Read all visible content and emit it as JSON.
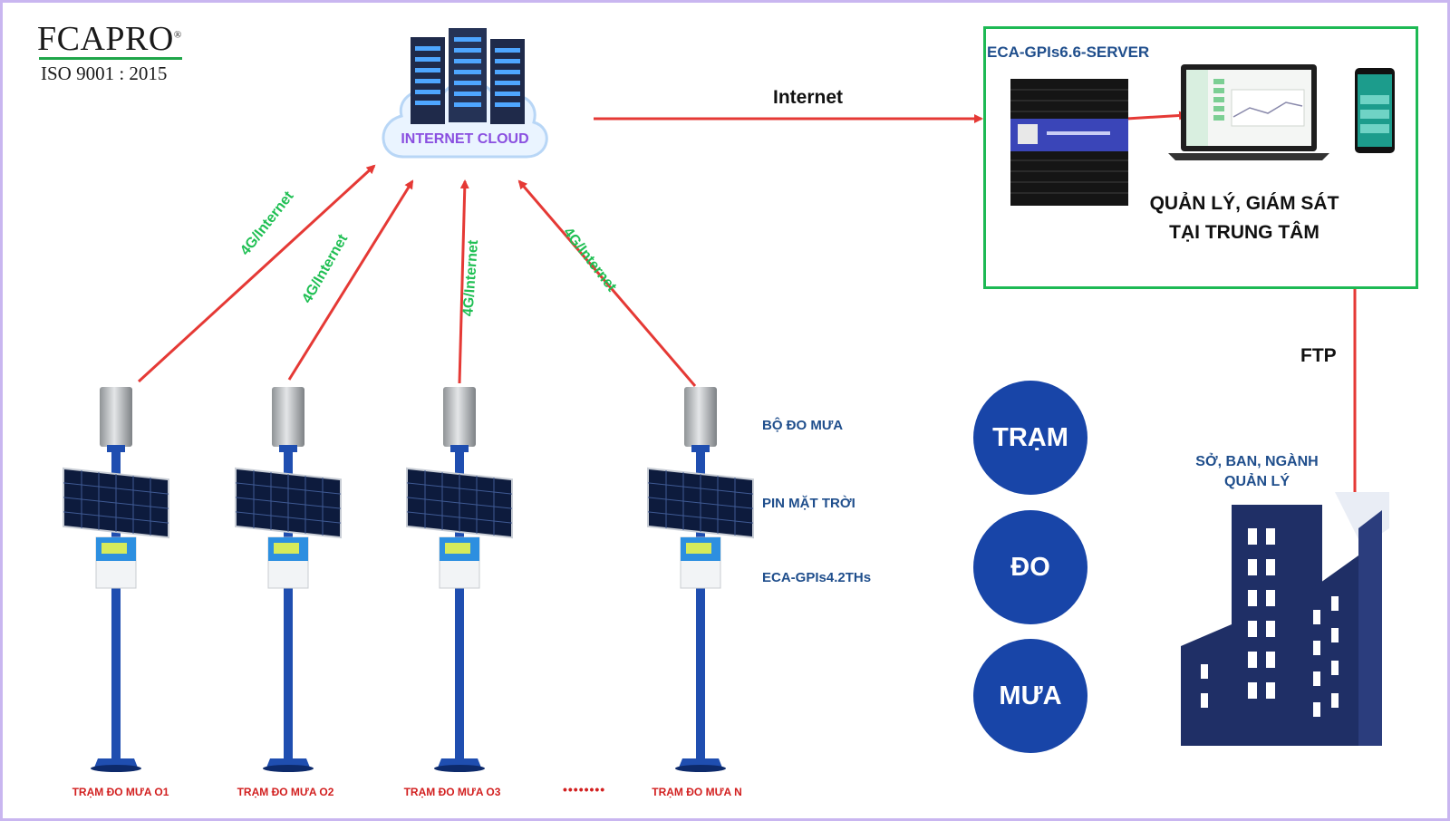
{
  "logo": {
    "brand": "FCAPRO",
    "reg": "®",
    "iso": "ISO 9001 : 2015"
  },
  "cloud": {
    "label": "INTERNET CLOUD"
  },
  "links": {
    "internet": "Internet",
    "uplink": "4G/Internet",
    "ftp": "FTP"
  },
  "server": {
    "title": "ECA-GPIs6.6-SERVER",
    "center_line1": "QUẢN LÝ, GIÁM SÁT",
    "center_line2": "TẠI TRUNG TÂM"
  },
  "department": {
    "line1": "SỞ, BAN, NGÀNH",
    "line2": "QUẢN LÝ"
  },
  "components": {
    "rain_gauge": "BỘ ĐO MƯA",
    "solar_panel": "PIN MẶT TRỜI",
    "logger": "ECA-GPIs4.2THs"
  },
  "circles": [
    "TRẠM",
    "ĐO",
    "MƯA"
  ],
  "stations": [
    "TRẠM ĐO MƯA O1",
    "TRẠM ĐO MƯA O2",
    "TRẠM ĐO MƯA O3",
    "TRẠM ĐO MƯA N"
  ],
  "ellipsis": "••••••••",
  "colors": {
    "arrow": "#e53935",
    "uplink_text": "#1fbf53",
    "frame": "#1db954",
    "circle": "#1845a8",
    "pole": "#1f4eb0",
    "building": "#1f2f66"
  }
}
